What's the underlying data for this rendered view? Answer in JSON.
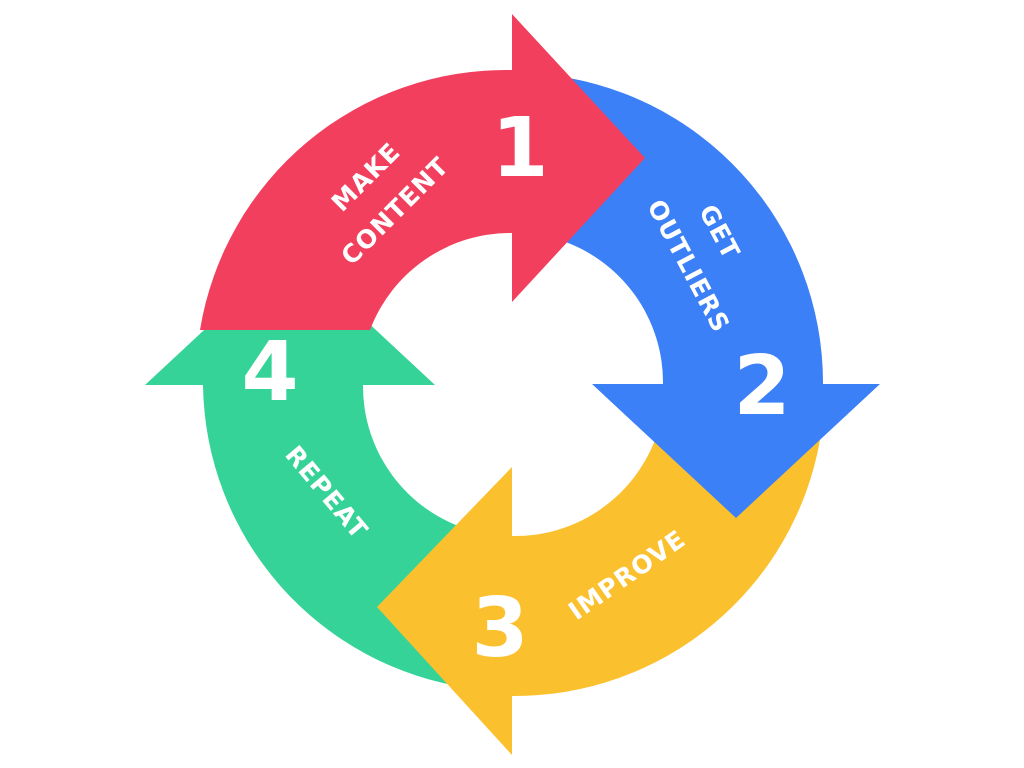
{
  "colors": {
    "step1": "#F23F5E",
    "step2": "#3B80F7",
    "step3": "#FBC02D",
    "step4": "#36D399",
    "text": "#FFFFFF",
    "background": "#FFFFFF"
  },
  "steps": [
    {
      "number": "1",
      "line1": "MAKE",
      "line2": "CONTENT"
    },
    {
      "number": "2",
      "line1": "GET",
      "line2": "OUTLIERS"
    },
    {
      "number": "3",
      "line1": "IMPROVE",
      "line2": ""
    },
    {
      "number": "4",
      "line1": "REPEAT",
      "line2": ""
    }
  ]
}
